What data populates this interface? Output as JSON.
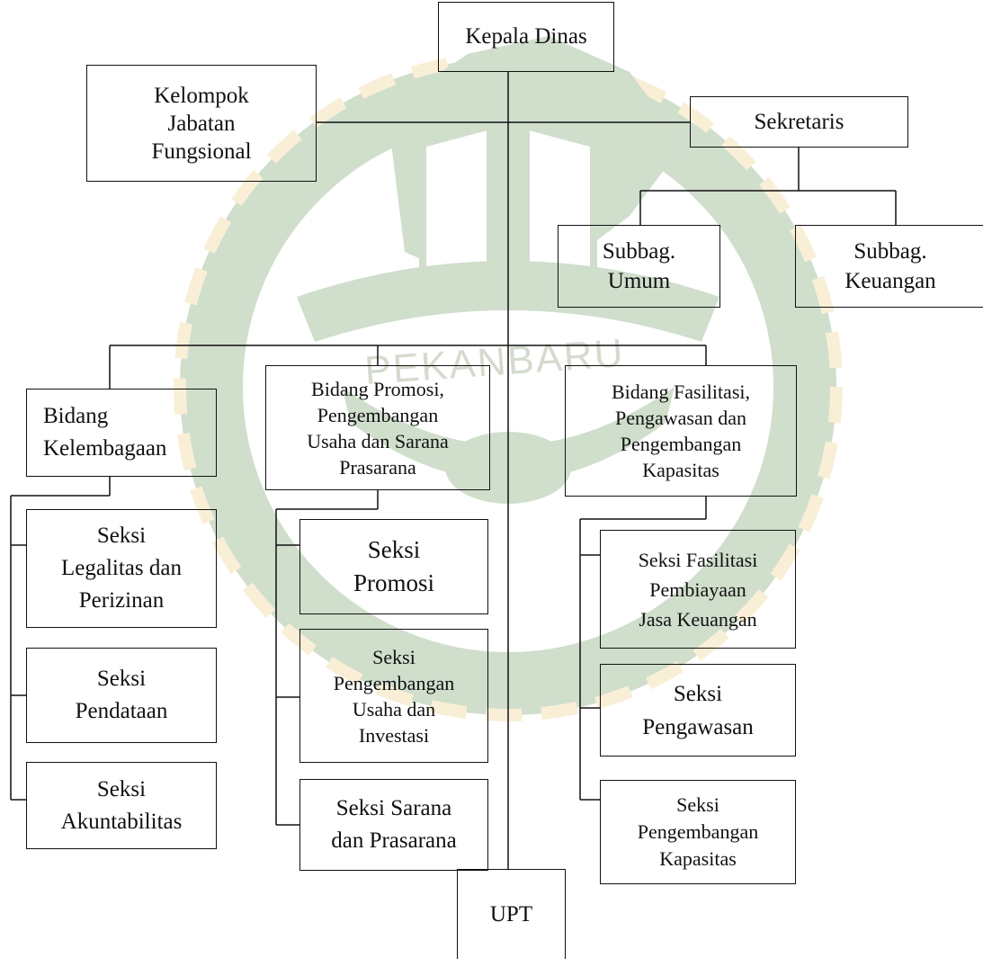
{
  "diagram": {
    "head": "Kepala Dinas",
    "functional_group": "Kelompok\nJabatan\nFungsional",
    "secretary": "Sekretaris",
    "sub_general": "Subbag.\nUmum",
    "sub_finance": "Subbag.\nKeuangan",
    "dept_institutional": "Bidang\nKelembagaan",
    "dept_promotion": "Bidang Promosi,\nPengembangan\nUsaha dan Sarana\nPrasarana",
    "dept_facilitation": "Bidang Fasilitasi,\nPengawasan dan\nPengembangan\nKapasitas",
    "sec_legality": "Seksi\nLegalitas dan\nPerizinan",
    "sec_data": "Seksi\nPendataan",
    "sec_accountability": "Seksi\nAkuntabilitas",
    "sec_promotion": "Seksi\nPromosi",
    "sec_business_dev": "Seksi\nPengembangan\nUsaha dan\nInvestasi",
    "sec_facilities": "Seksi Sarana\ndan Prasarana",
    "sec_financing": "Seksi Fasilitasi\nPembiayaan\nJasa Keuangan",
    "sec_supervision": "Seksi\nPengawasan",
    "sec_capacity": "Seksi\nPengembangan\nKapasitas",
    "upt": "UPT"
  },
  "watermark": {
    "text": "PEKANBARU",
    "colors": {
      "green": "#2e6b1e",
      "gold": "#e8b84a",
      "ring": "#8fae83"
    }
  },
  "colors": {
    "line": "#111111",
    "box_border": "#111111",
    "text": "#111111"
  }
}
